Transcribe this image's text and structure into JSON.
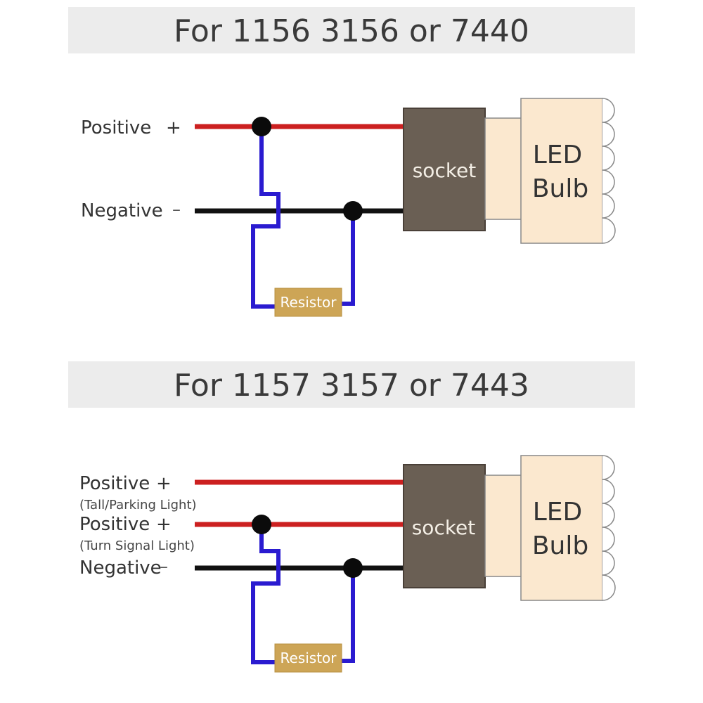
{
  "colors": {
    "banner": "#ececec",
    "positive_wire": "#cc2020",
    "negative_wire": "#111111",
    "resistor_wire": "#2a1bd0",
    "socket": "#6a5f54",
    "bulb": "#fbe8cf",
    "resistor": "#cda556"
  },
  "diagram1": {
    "title": "For 1156 3156 or 7440",
    "positive_label": "Positive",
    "positive_mark": "+",
    "negative_label": "Negative",
    "negative_mark": "–",
    "socket_label": "socket",
    "led_line1": "LED",
    "led_line2": "Bulb",
    "resistor_label": "Resistor"
  },
  "diagram2": {
    "title": "For 1157 3157 or 7443",
    "positive1_label": "Positive",
    "positive1_mark": "+",
    "positive1_sub": "(Tall/Parking Light)",
    "positive2_label": "Positive",
    "positive2_mark": "+",
    "positive2_sub": "(Turn Signal Light)",
    "negative_label": "Negative",
    "negative_mark": "–",
    "socket_label": "socket",
    "led_line1": "LED",
    "led_line2": "Bulb",
    "resistor_label": "Resistor"
  }
}
